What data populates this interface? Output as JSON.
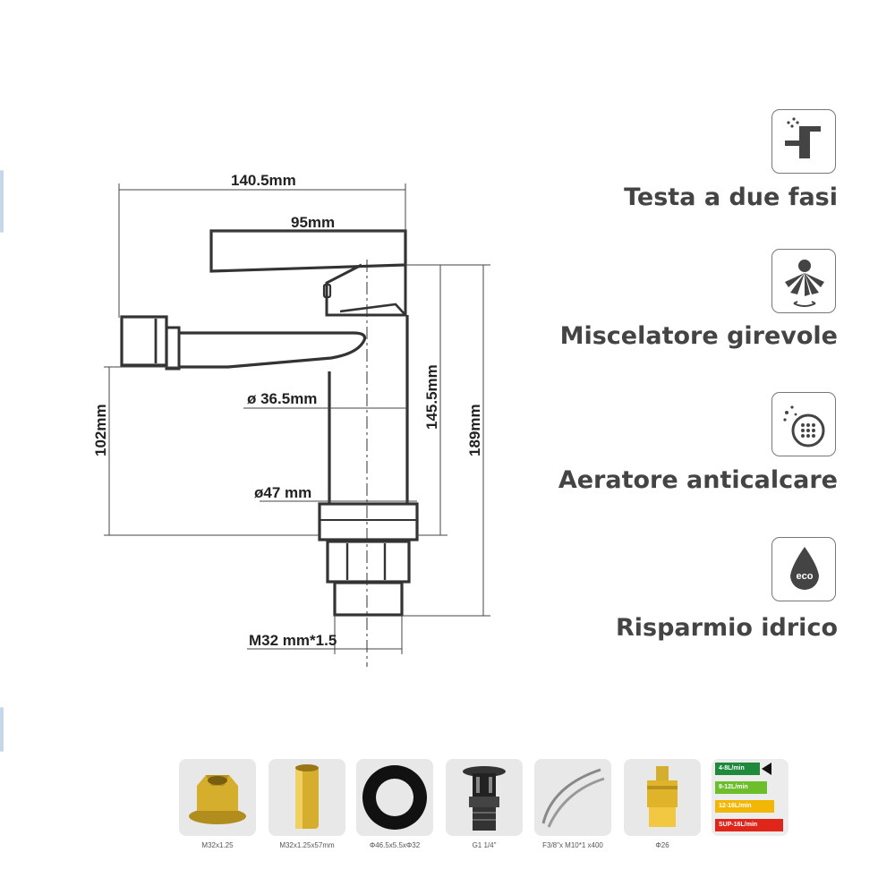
{
  "dimensions": {
    "total_width": "140.5mm",
    "spout_length": "95mm",
    "body_diameter": "ø 36.5mm",
    "base_diameter": "ø47 mm",
    "spout_height": "102mm",
    "body_height": "145.5mm",
    "total_height": "189mm",
    "thread": "M32 mm*1.5"
  },
  "features": [
    {
      "label": "Testa a due fasi",
      "icon": "faucet-icon"
    },
    {
      "label": "Miscelatore girevole",
      "icon": "swivel-spray-icon"
    },
    {
      "label": "Aeratore anticalcare",
      "icon": "aerator-icon"
    },
    {
      "label": "Risparmio idrico",
      "icon": "eco-drop-icon"
    }
  ],
  "accessories": [
    {
      "caption": "M32x1.25",
      "icon": "hex-nut-icon"
    },
    {
      "caption": "M32x1.25x57mm",
      "icon": "threaded-tube-icon"
    },
    {
      "caption": "Φ46.5x5.5xΦ32",
      "icon": "rubber-gasket-icon"
    },
    {
      "caption": "G1 1/4\"",
      "icon": "drain-valve-icon"
    },
    {
      "caption": "F3/8\"x M10*1 x400",
      "icon": "flex-hose-icon"
    },
    {
      "caption": "Φ26",
      "icon": "cartridge-icon"
    }
  ],
  "flow_rates": [
    {
      "label": "4-8L/min",
      "color": "#1f8a3b"
    },
    {
      "label": "9-12L/min",
      "color": "#6cbf2a"
    },
    {
      "label": "12-16L/min",
      "color": "#f2b705"
    },
    {
      "label": "SUP-16L/min",
      "color": "#e0251b"
    }
  ],
  "colors": {
    "line": "#333333",
    "label_text": "#444444",
    "brass": "#c9a227"
  }
}
